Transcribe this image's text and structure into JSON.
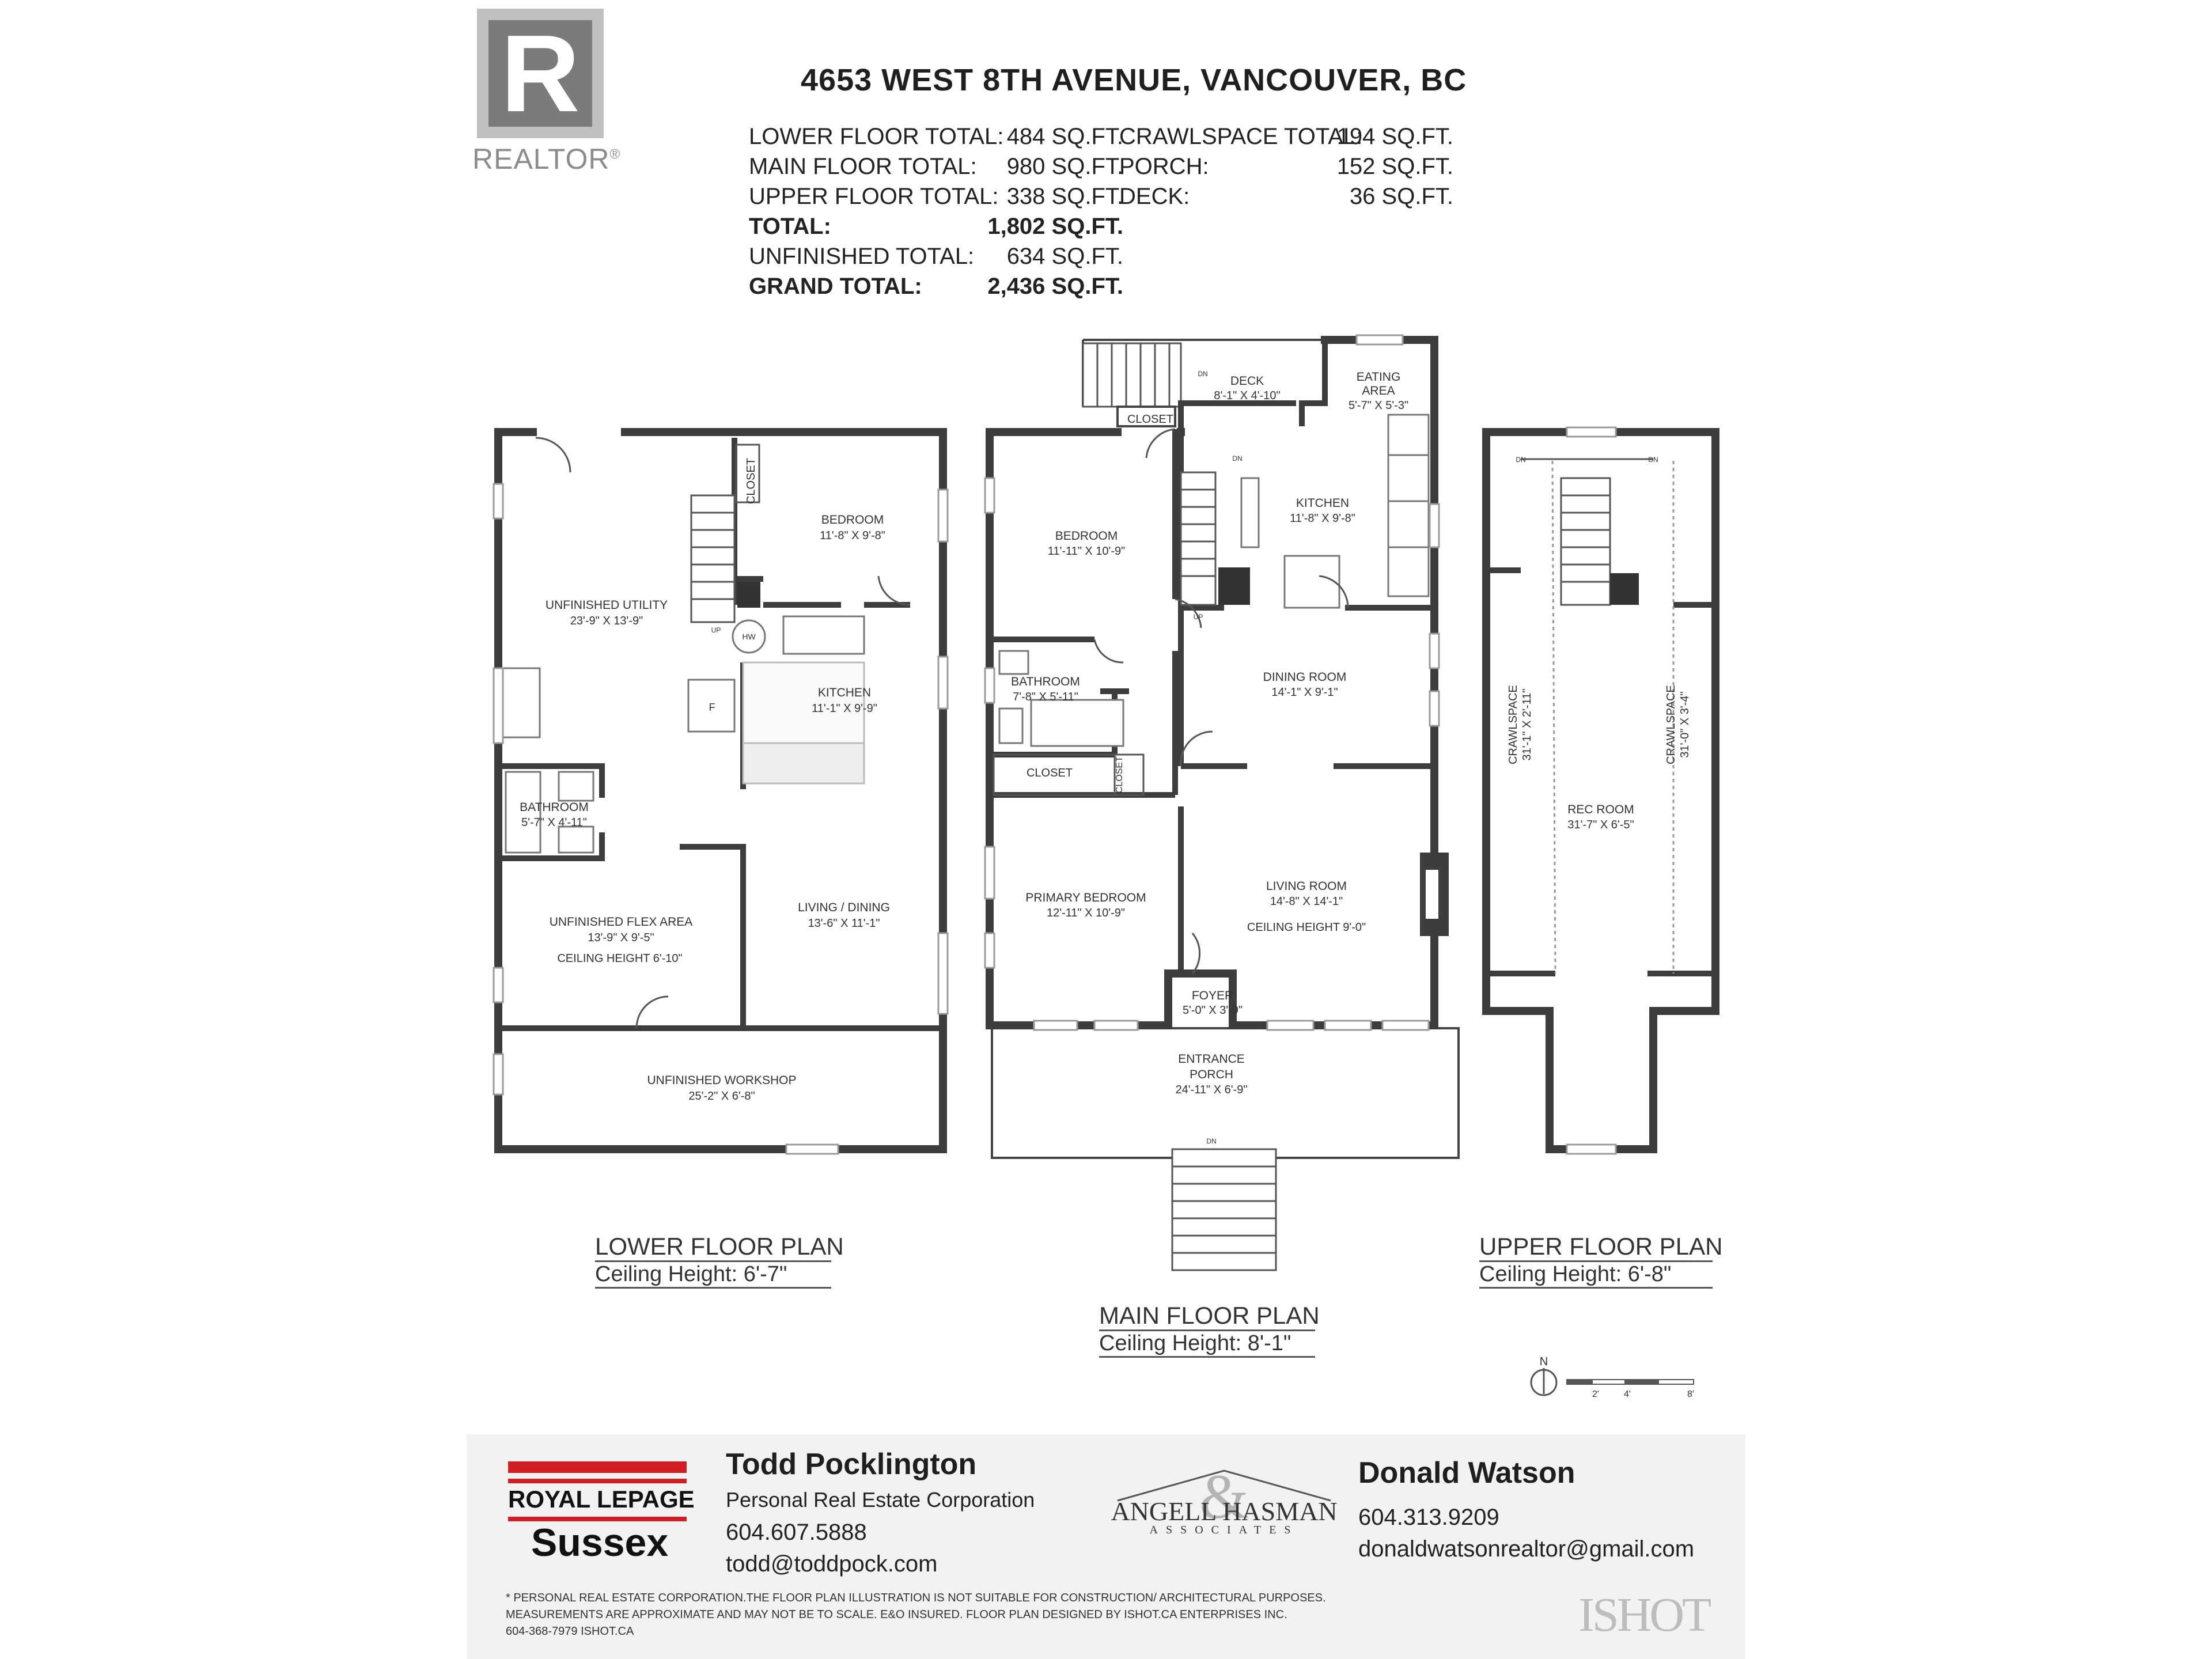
{
  "logo": {
    "letter": "R",
    "word": "REALTOR",
    "mark": "®"
  },
  "header": {
    "address": "4653 WEST 8TH AVENUE, VANCOUVER, BC",
    "left_rows": [
      {
        "label": "LOWER FLOOR TOTAL:",
        "value": "484 SQ.FT.",
        "bold": false
      },
      {
        "label": "MAIN FLOOR TOTAL:",
        "value": "980 SQ.FT.",
        "bold": false
      },
      {
        "label": "UPPER FLOOR TOTAL:",
        "value": "338 SQ.FT.",
        "bold": false
      },
      {
        "label": "TOTAL:",
        "value": "1,802 SQ.FT.",
        "bold": true
      },
      {
        "label": "UNFINISHED TOTAL:",
        "value": "634 SQ.FT.",
        "bold": false
      },
      {
        "label": "GRAND TOTAL:",
        "value": "2,436 SQ.FT.",
        "bold": true
      }
    ],
    "right_rows": [
      {
        "label": "CRAWLSPACE TOTAL:",
        "value": "194 SQ.FT."
      },
      {
        "label": "PORCH:",
        "value": "152 SQ.FT."
      },
      {
        "label": "DECK:",
        "value": "36 SQ.FT."
      }
    ]
  },
  "rooms": {
    "closet": "CLOSET",
    "lower": {
      "bedroom": {
        "name": "BEDROOM",
        "dim": "11'-8\" X 9'-8\""
      },
      "utility": {
        "name": "UNFINISHED UTILITY",
        "dim": "23'-9\" X 13'-9\""
      },
      "kitchen": {
        "name": "KITCHEN",
        "dim": "11'-1\" X 9'-9\""
      },
      "bathroom": {
        "name": "BATHROOM",
        "dim": "5'-7\" X 4'-11\""
      },
      "flex": {
        "name": "UNFINISHED FLEX AREA",
        "dim": "13'-9\" X 9'-5\"",
        "ceiling": "CEILING HEIGHT 6'-10\""
      },
      "living": {
        "name": "LIVING / DINING",
        "dim": "13'-6\" X 11'-1\""
      },
      "workshop": {
        "name": "UNFINISHED WORKSHOP",
        "dim": "25'-2\" X 6'-8\""
      },
      "furnace": "F",
      "hw": "HW",
      "up": "UP"
    },
    "main": {
      "deck": {
        "name": "DECK",
        "dim": "8'-1\" X 4'-10\""
      },
      "eating": {
        "name1": "EATING",
        "name2": "AREA",
        "dim": "5'-7\" X 5'-3\""
      },
      "kitchen": {
        "name": "KITCHEN",
        "dim": "11'-8\" X 9'-8\""
      },
      "bedroom": {
        "name": "BEDROOM",
        "dim": "11'-11\" X 10'-9\""
      },
      "dining": {
        "name": "DINING ROOM",
        "dim": "14'-1\" X 9'-1\""
      },
      "bathroom": {
        "name": "BATHROOM",
        "dim": "7'-8\" X 5'-11\""
      },
      "primary": {
        "name": "PRIMARY BEDROOM",
        "dim": "12'-11\" X 10'-9\""
      },
      "living": {
        "name": "LIVING ROOM",
        "dim": "14'-8\" X 14'-1\"",
        "ceiling": "CEILING HEIGHT 9'-0\""
      },
      "foyer": {
        "name": "FOYER",
        "dim": "5'-0\" X 3'-9\""
      },
      "porch": {
        "name1": "ENTRANCE",
        "name2": "PORCH",
        "dim": "24'-11\" X 6'-9\""
      },
      "dn": "DN",
      "up": "UP"
    },
    "upper": {
      "crawl_left": {
        "name": "CRAWLSPACE",
        "dim": "31'-1\" X 2'-11\""
      },
      "crawl_right": {
        "name": "CRAWLSPACE",
        "dim": "31'-0\" X 3'-4\""
      },
      "rec": {
        "name": "REC ROOM",
        "dim": "31'-7\" X 6'-5\""
      },
      "dn": "DN"
    }
  },
  "plan_titles": {
    "lower": {
      "title": "LOWER FLOOR PLAN",
      "ceiling": "Ceiling Height: 6'-7\""
    },
    "main": {
      "title": "MAIN FLOOR PLAN",
      "ceiling": "Ceiling Height: 8'-1\""
    },
    "upper": {
      "title": "UPPER FLOOR PLAN",
      "ceiling": "Ceiling Height: 6'-8\""
    }
  },
  "scale": {
    "north": "N",
    "ticks": [
      "2'",
      "4'",
      "8'"
    ]
  },
  "footer": {
    "brokerage": {
      "line1": "ROYAL LEPAGE",
      "line2": "Sussex"
    },
    "agent1": {
      "name": "Todd Pocklington",
      "title": "Personal Real Estate Corporation",
      "phone": "604.607.5888",
      "email": "todd@toddpock.com"
    },
    "team": {
      "line1": "ANGELL HASMAN",
      "line2": "ASSOCIATES"
    },
    "agent2": {
      "name": "Donald Watson",
      "phone": "604.313.9209",
      "email": "donaldwatsonrealtor@gmail.com"
    },
    "disclaimer": [
      "* PERSONAL REAL ESTATE CORPORATION.THE FLOOR PLAN ILLUSTRATION IS NOT SUITABLE FOR CONSTRUCTION/ ARCHITECTURAL PURPOSES.",
      "MEASUREMENTS ARE APPROXIMATE AND MAY NOT BE TO SCALE. E&O INSURED. FLOOR PLAN DESIGNED BY ISHOT.CA ENTERPRISES INC.",
      "604-368-7979  ISHOT.CA"
    ],
    "designer_logo": "ISHOT"
  }
}
